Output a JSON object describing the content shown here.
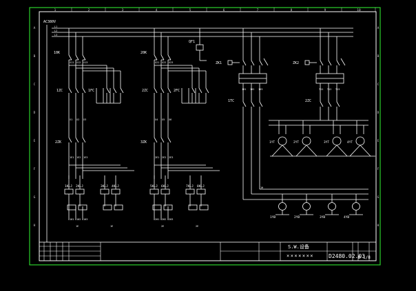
{
  "canvas": {
    "background": "#000000"
  },
  "colors": {
    "frame": "#2bd12b",
    "wire": "#ffffff",
    "border_ticks": "#cfcfcf"
  },
  "border": {
    "top_numbers": [
      "1",
      "2",
      "3",
      "4",
      "5",
      "6",
      "7",
      "8",
      "9",
      "10"
    ],
    "side_letters": [
      "A",
      "B",
      "C",
      "D",
      "E",
      "F",
      "G",
      "H"
    ]
  },
  "supply": {
    "label": "AC380V",
    "phases": [
      "L1",
      "L2",
      "L3"
    ]
  },
  "left_units": [
    {
      "breaker": "10K",
      "bus_terms": [
        "X11",
        "X12",
        "X13"
      ],
      "contactor": "1ZC",
      "overload": "1FC",
      "mid_terms": [
        "X1",
        "X2",
        "X3"
      ],
      "lower_contactor": "2ZK",
      "relay_terms": [
        "1E1",
        "1E2",
        "1E3"
      ],
      "coils": [
        "1KLJ",
        "2KLJ",
        "3KLJ",
        "4KLJ"
      ],
      "bottom_terms": [
        "101",
        "102",
        "103"
      ],
      "bottom_mark": "1E"
    },
    {
      "breaker": "20K",
      "bus_terms": [
        "X21",
        "X22",
        "X23"
      ],
      "contactor": "2ZC",
      "overload": "2FC",
      "mid_terms": [
        "X4",
        "X5",
        "X6"
      ],
      "lower_contactor": "3ZK",
      "relay_terms": [
        "2E1",
        "2E2",
        "2E3"
      ],
      "coils": [
        "5KLJ",
        "6KLJ",
        "7KLJ",
        "8KLJ"
      ],
      "bottom_terms": [
        "201",
        "202",
        "203"
      ],
      "bottom_mark": "2E"
    }
  ],
  "qf": {
    "label": "QF1"
  },
  "right_groups": [
    {
      "switch": "ZK1",
      "rail": "1TC",
      "terms": [
        "1H1",
        "1H2",
        "1H3"
      ],
      "heaters": [
        "1YT",
        "2YT",
        "3YT",
        "4YT"
      ]
    },
    {
      "switch": "ZK2",
      "rail": "2ZC",
      "terms": [
        "T11",
        "T12",
        "T13"
      ]
    }
  ],
  "bottom_heaters": [
    "1YB",
    "2YB",
    "3YB",
    "4YB"
  ],
  "title_block": {
    "title": "S.W.设备",
    "sub": "×××××××",
    "drawing_no": "D2480.02.03",
    "stage_mark": "D",
    "sheet": "1/8"
  }
}
